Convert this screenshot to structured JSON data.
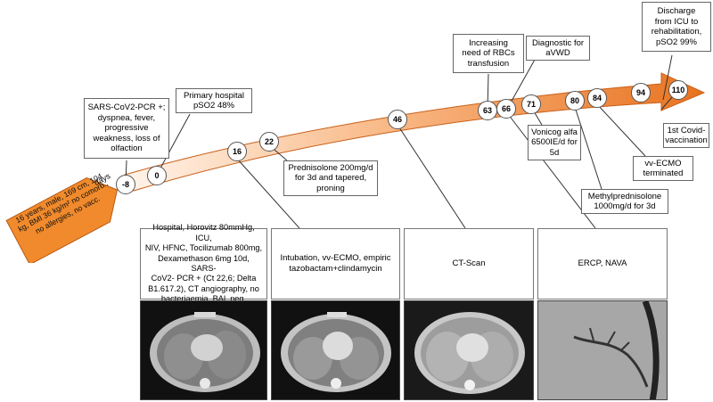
{
  "timeline": {
    "days_label": "days",
    "patient_tag": "16 years, male, 169 cm, 104 kg, BMI 36 kg/m² no comorb., no allergies, no vacc.",
    "day_markers": [
      "-8",
      "0",
      "16",
      "22",
      "46",
      "63",
      "66",
      "71",
      "80",
      "84",
      "94",
      "110"
    ]
  },
  "events": {
    "pcr_positive": "SARS-CoV2-PCR +;\ndyspnea, fever,\nprogressive\nweakness, loss of\nolfaction",
    "primary_hospital": "Primary hospital\npSO2 48%",
    "prednisolone": "Prednisolone 200mg/d\nfor 3d and tapered,\nproning",
    "rbc": "Increasing\nneed of RBCs\ntransfusion",
    "avwd": "Diagnostic for\naVWD",
    "vonicog": "Vonicog alfa\n6500IE/d for\n5d",
    "methylpred": "Methylprednisolone\n1000mg/d for 3d",
    "ecmo_terminated": "vv-ECMO\nterminated",
    "vaccination": "1st Covid-\nvaccination",
    "discharge": "Discharge\nfrom ICU to\nrehabilitation,\npSO2 99%"
  },
  "panels": {
    "hospital": "Hospital, Horovitz 80mmHg, ICU,\nNIV, HFNC, Tocilizumab 800mg,\nDexamethason 6mg 10d, SARS-\nCoV2- PCR + (Ct 22,6; Delta\nB1.617.2), CT angiography, no\nbacteriaemia, BAL neg.",
    "intubation": "Intubation, vv-ECMO, empiric\ntazobactam+clindamycin",
    "ctscan": "CT-Scan",
    "ercp": "ERCP, NAVA"
  },
  "colors": {
    "arrow_light": "#fde7d4",
    "arrow_dark": "#e8731f",
    "tag_fill": "#f08a2c",
    "tag_stroke": "#b85a14"
  }
}
